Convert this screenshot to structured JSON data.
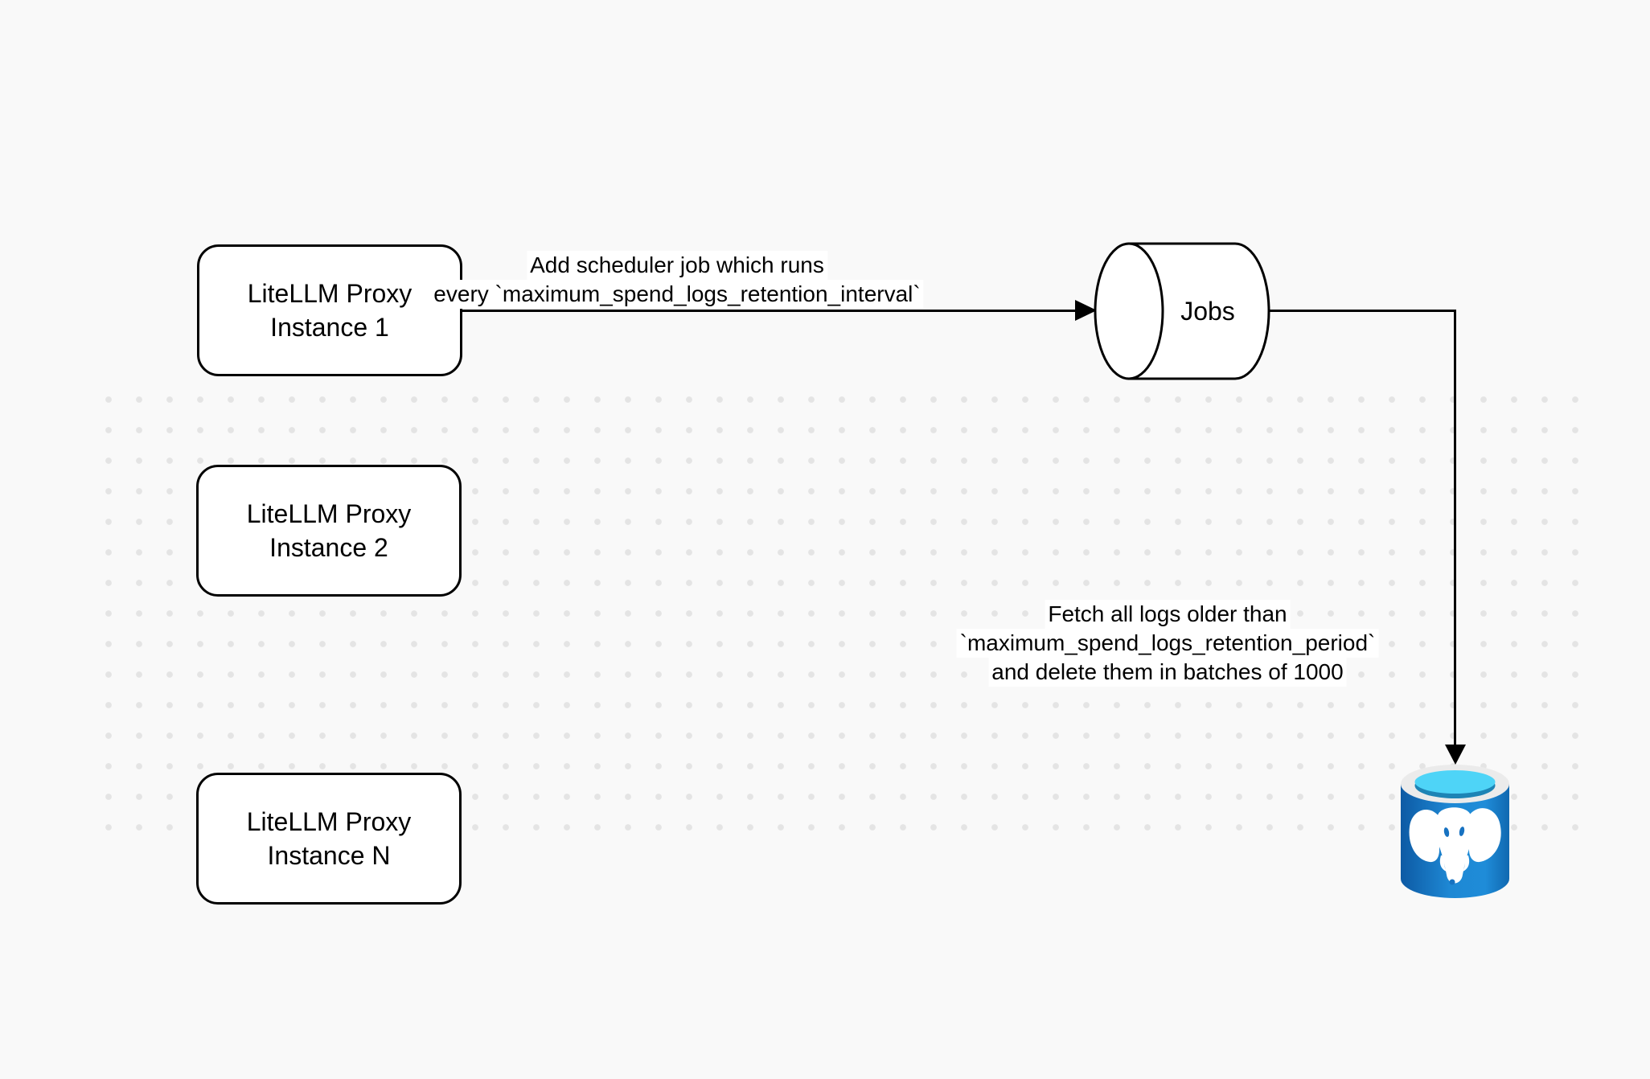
{
  "diagram": {
    "canvas_bg": "#f9f9f9",
    "dot_color": "#e4e4e4",
    "stroke_color": "#000000",
    "nodes": {
      "instance1": {
        "line1": "LiteLLM Proxy",
        "line2": "Instance 1"
      },
      "instance2": {
        "line1": "LiteLLM Proxy",
        "line2": "Instance 2"
      },
      "instanceN": {
        "line1": "LiteLLM Proxy",
        "line2": "Instance N"
      },
      "jobs": {
        "label": "Jobs",
        "shape": "horizontal-cylinder"
      },
      "postgres": {
        "icon": "postgresql-database-icon",
        "body_color": "#0d5aa4",
        "body_highlight": "#1e88d4",
        "rim_color": "#ebebeb",
        "water_top": "#4ed4f7",
        "water_deep": "#1d84b5",
        "elephant_color": "#ffffff"
      }
    },
    "edges": {
      "schedule": {
        "from": "LiteLLM Proxy Instance 1",
        "to": "Jobs",
        "line1": "Add scheduler job which runs",
        "line2": "every `maximum_spend_logs_retention_interval`"
      },
      "cleanup": {
        "from": "Jobs",
        "to": "PostgreSQL",
        "line1": "Fetch all logs older than",
        "line2": "`maximum_spend_logs_retention_period`",
        "line3": "and delete them in batches of 1000"
      }
    }
  }
}
